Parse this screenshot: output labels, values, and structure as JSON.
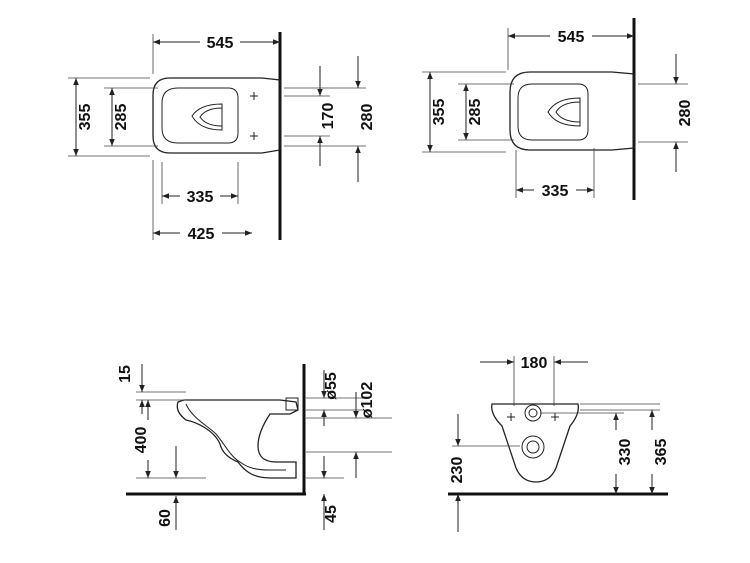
{
  "views": {
    "top_left": {
      "dim_width": "545",
      "dim_depth_outer": "355",
      "dim_depth_inner": "285",
      "dim_fix_spacing": "170",
      "dim_fix_height": "280",
      "dim_bowl_inner": "335",
      "dim_bowl_outer": "425"
    },
    "top_right": {
      "dim_width": "545",
      "dim_depth_outer": "355",
      "dim_depth_inner": "285",
      "dim_fix_height": "280",
      "dim_bowl_inner": "335"
    },
    "side": {
      "dim_top_gap": "15",
      "dim_height": "400",
      "dim_floor_gap": "60",
      "dim_outlet_small": "ø55",
      "dim_outlet_large": "ø102",
      "dim_bottom_gap": "45"
    },
    "rear": {
      "dim_width": "180",
      "dim_low": "230",
      "dim_mid": "330",
      "dim_high": "365"
    }
  },
  "colors": {
    "line": "#222222",
    "background": "#ffffff"
  }
}
